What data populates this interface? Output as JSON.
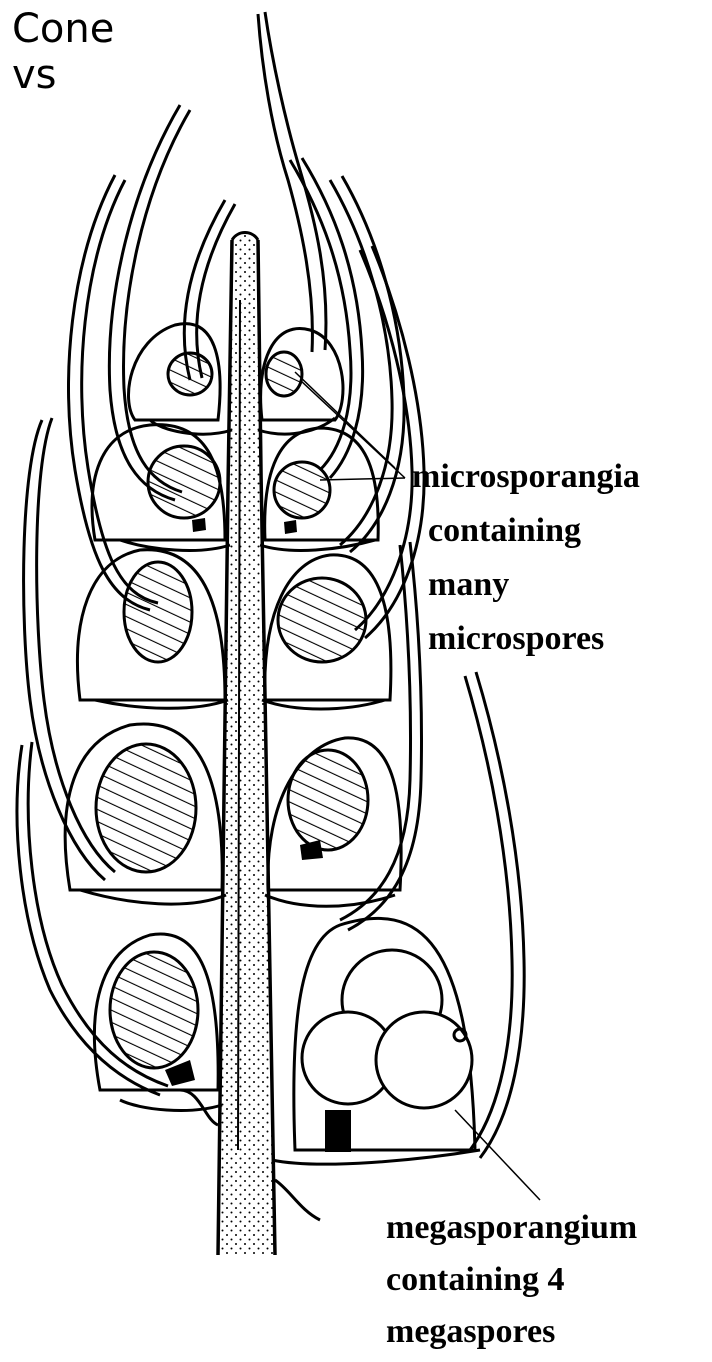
{
  "title": {
    "line1": "Cone",
    "line2": "vs"
  },
  "labels": {
    "micro": [
      "microsporangia",
      "containing",
      "many",
      "microspores"
    ],
    "mega": [
      "megasporangium",
      "containing 4",
      "megaspores"
    ]
  },
  "colors": {
    "ink": "#000000",
    "background": "#ffffff"
  }
}
